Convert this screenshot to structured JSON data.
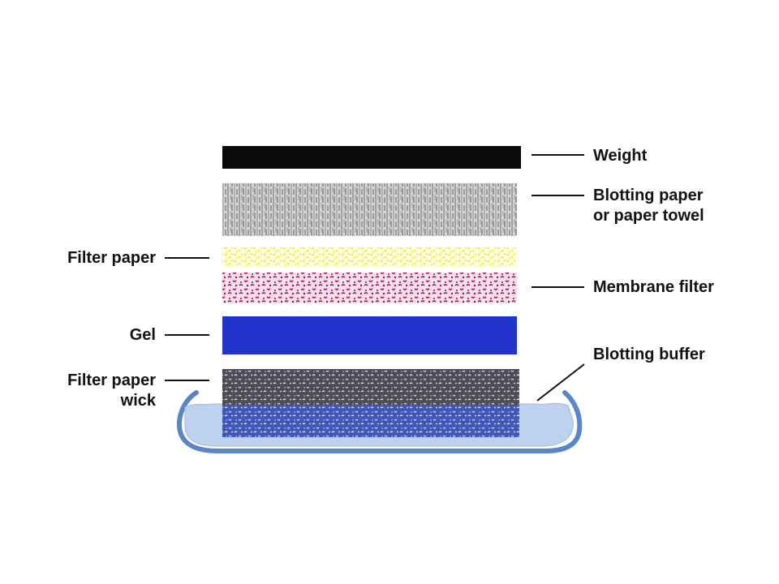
{
  "labels": {
    "weight": "Weight",
    "blotting_paper_1": "Blotting paper",
    "blotting_paper_2": "or paper towel",
    "filter_paper": "Filter paper",
    "membrane_filter": "Membrane filter",
    "gel": "Gel",
    "blotting_buffer": "Blotting buffer",
    "wick_1": "Filter paper",
    "wick_2": "wick"
  },
  "colors": {
    "weight": "#0a0a0a",
    "blotting_paper": "#8c8c8c",
    "filter_paper": "#f2ef3a",
    "membrane_filter": "#b0195e",
    "gel": "#1f33c9",
    "wick": "#4e4e58",
    "buffer": "#bcd2ee",
    "tray": "#5a86c8"
  }
}
